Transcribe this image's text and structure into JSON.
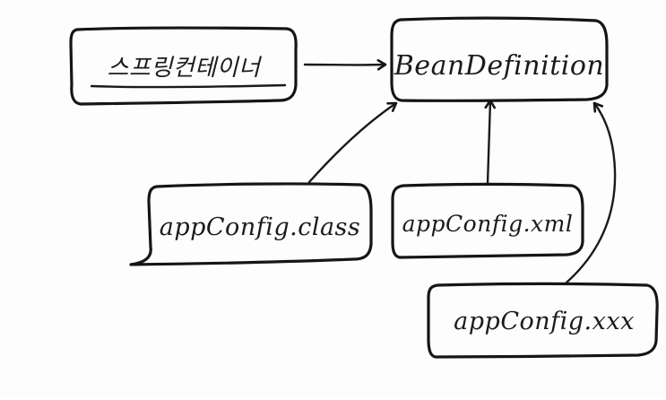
{
  "diagram": {
    "nodes": {
      "spring_container": {
        "label": "스프링컨테이너"
      },
      "bean_definition": {
        "label": "BeanDefinition"
      },
      "app_config_class": {
        "label": "appConfig.class"
      },
      "app_config_xml": {
        "label": "appConfig.xml"
      },
      "app_config_xxx": {
        "label": "appConfig.xxx"
      }
    },
    "edges": [
      {
        "from": "spring_container",
        "to": "bean_definition"
      },
      {
        "from": "app_config_class",
        "to": "bean_definition"
      },
      {
        "from": "app_config_xml",
        "to": "bean_definition"
      },
      {
        "from": "app_config_xxx",
        "to": "bean_definition"
      }
    ],
    "stroke_color": "#151515",
    "background_color": "#fdfdfd"
  }
}
